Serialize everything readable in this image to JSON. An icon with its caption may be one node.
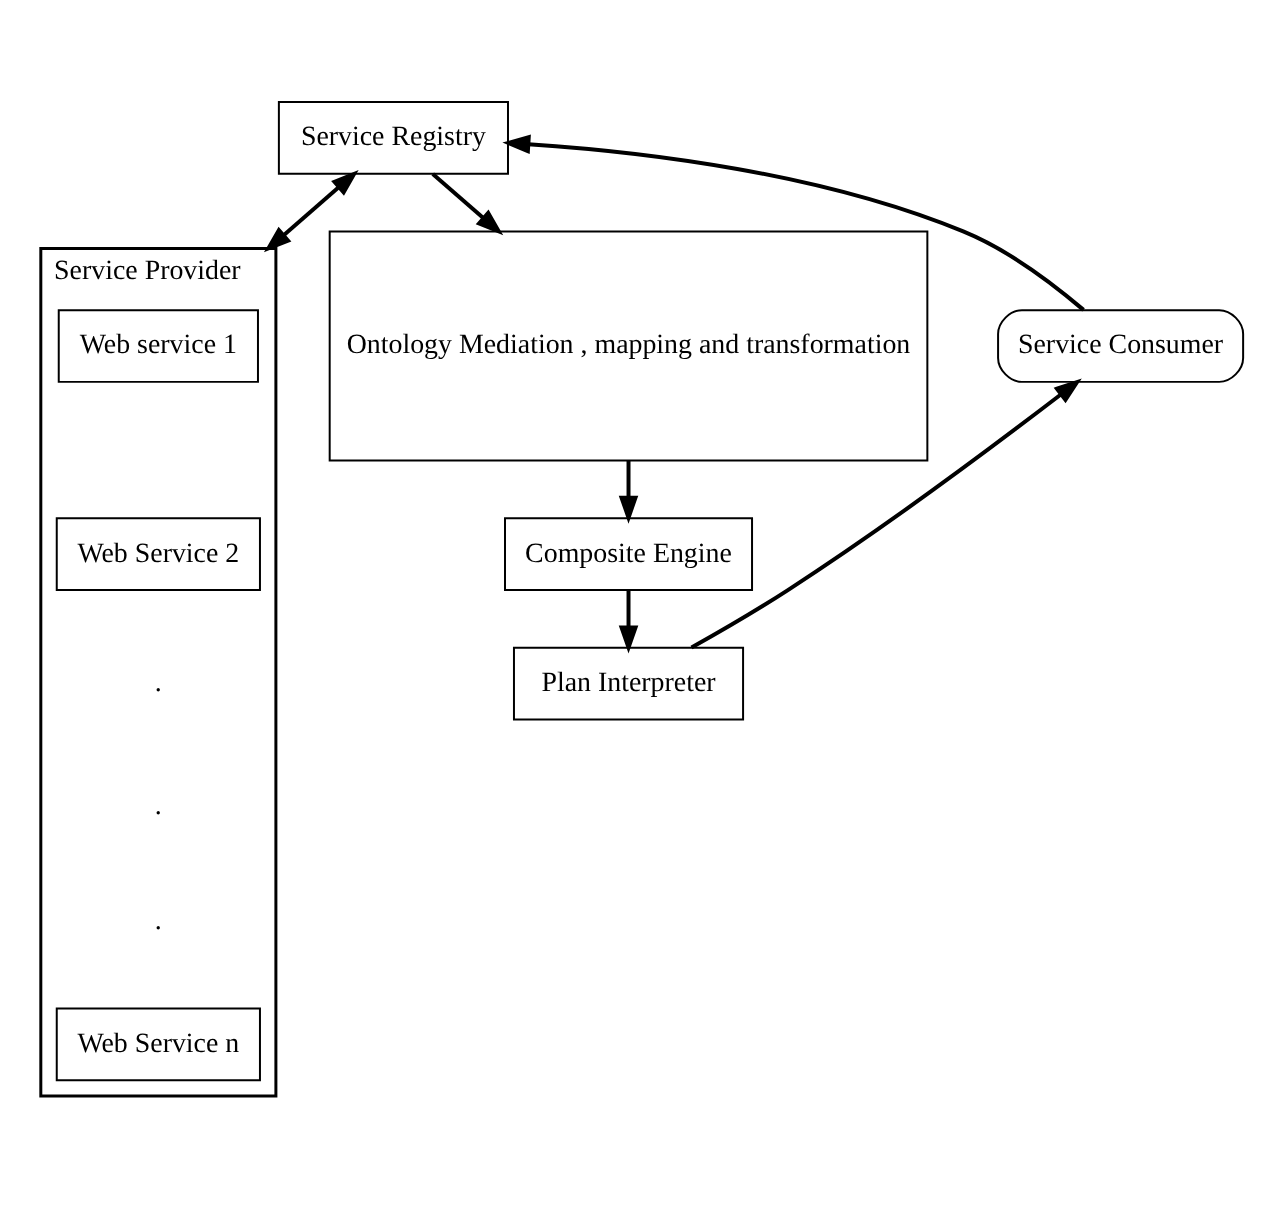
{
  "diagram": {
    "nodes": [
      {
        "text": [
          "Service Registry"
        ]
      },
      {
        "text": [
          "Service Provider"
        ]
      },
      {
        "text": [
          "Web service 1"
        ],
        "in": 1
      },
      {
        "text": [
          "Web Service 2"
        ],
        "in": 1
      },
      {
        "text": [
          "Web Service n"
        ],
        "in": 1
      },
      {
        "text": [
          "Service Consumer"
        ]
      },
      {
        "text": [
          "Ontology Mediation , mapping and transformation"
        ]
      },
      {
        "text": [
          "Composite Engine"
        ]
      },
      {
        "text": [
          "Plan Interpreter"
        ]
      }
    ],
    "edges": [
      {
        "from": 5,
        "to": 0,
        "arrow": "to"
      },
      {
        "from": 0,
        "to": 1,
        "arrow": "both"
      },
      {
        "from": 0,
        "to": 6,
        "arrow": "to"
      },
      {
        "from": 6,
        "to": 7,
        "arrow": "to"
      },
      {
        "from": 7,
        "to": 8,
        "arrow": "to"
      },
      {
        "from": 8,
        "to": 5,
        "arrow": "to"
      }
    ],
    "labels": [
      ".",
      ".",
      "."
    ]
  }
}
